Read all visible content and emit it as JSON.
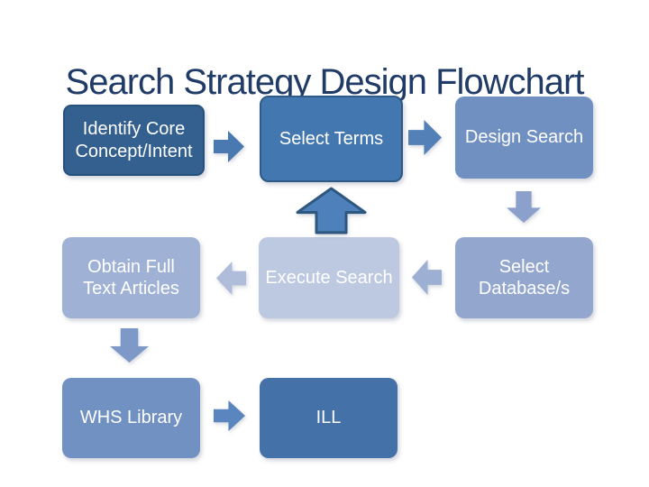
{
  "slide": {
    "title": "Search Strategy Design Flowchart",
    "title_color": "#1F3B66",
    "background_color": "#FFFFFF"
  },
  "flowchart": {
    "nodes": [
      {
        "id": "identify-core",
        "label": "Identify Core\nConcept/Intent",
        "fill": "#34608F",
        "border": "#27517D",
        "text_color": "#FFFFFF"
      },
      {
        "id": "select-terms",
        "label": "Select Terms",
        "fill": "#4377AF",
        "border": "#2F5A87",
        "text_color": "#FFFFFF"
      },
      {
        "id": "design-search",
        "label": "Design Search",
        "fill": "#7090C2",
        "text_color": "#FFFFFF"
      },
      {
        "id": "select-database",
        "label": "Select\nDatabase/s",
        "fill": "#93A7CE",
        "text_color": "#FFFFFF"
      },
      {
        "id": "execute-search",
        "label": "Execute Search",
        "fill": "#BDC8E1",
        "text_color": "#FFFFFF"
      },
      {
        "id": "obtain-full-text",
        "label": "Obtain Full\nText Articles",
        "fill": "#9FB2D5",
        "text_color": "#FFFFFF"
      },
      {
        "id": "whs-library",
        "label": "WHS Library",
        "fill": "#7191C3",
        "text_color": "#FFFFFF"
      },
      {
        "id": "ill",
        "label": "ILL",
        "fill": "#4371A8",
        "text_color": "#FFFFFF"
      }
    ],
    "arrows": [
      {
        "from": "identify-core",
        "to": "select-terms",
        "direction": "right",
        "fill": "#4A79B2"
      },
      {
        "from": "select-terms",
        "to": "design-search",
        "direction": "right",
        "fill": "#5380B6"
      },
      {
        "from": "design-search",
        "to": "select-database",
        "direction": "down",
        "fill": "#8BA0CB"
      },
      {
        "from": "select-database",
        "to": "execute-search",
        "direction": "left",
        "fill": "#9DAFD2"
      },
      {
        "from": "execute-search",
        "to": "obtain-full-text",
        "direction": "left",
        "fill": "#AFBCDA"
      },
      {
        "from": "execute-search",
        "to": "select-terms",
        "direction": "up",
        "fill": "#4E80BC",
        "stroke": "#2E5780"
      },
      {
        "from": "obtain-full-text",
        "to": "whs-library",
        "direction": "down",
        "fill": "#7E99C8"
      },
      {
        "from": "whs-library",
        "to": "ill",
        "direction": "right",
        "fill": "#5A85BF"
      }
    ]
  }
}
